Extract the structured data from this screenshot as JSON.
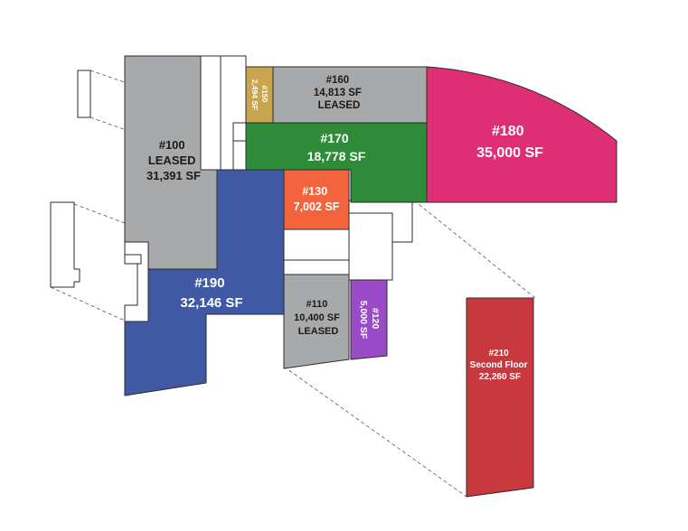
{
  "colors": {
    "gray": "#a7a9ab",
    "gold": "#c9a54f",
    "green": "#2e8b3a",
    "magenta": "#df2f74",
    "orange": "#f3643c",
    "blue": "#3f59a4",
    "purple": "#9a4bc8",
    "red": "#c9383f",
    "outline": "#2b2b2b",
    "dark_text": "#1a1a1a",
    "light_text": "#ffffff"
  },
  "units": {
    "u100": {
      "lines": [
        "#100",
        "LEASED",
        "31,391 SF"
      ]
    },
    "u150": {
      "lines": [
        "#150",
        "2,494 SF"
      ]
    },
    "u160": {
      "lines": [
        "#160",
        "14,813 SF",
        "LEASED"
      ]
    },
    "u170": {
      "lines": [
        "#170",
        "18,778 SF"
      ]
    },
    "u180": {
      "lines": [
        "#180",
        "35,000 SF"
      ]
    },
    "u130": {
      "lines": [
        "#130",
        "7,002 SF"
      ]
    },
    "u190": {
      "lines": [
        "#190",
        "32,146 SF"
      ]
    },
    "u110": {
      "lines": [
        "#110",
        "10,400 SF",
        "LEASED"
      ]
    },
    "u120": {
      "lines": [
        "#120",
        "5,000 SF"
      ]
    },
    "u210": {
      "lines": [
        "#210",
        "Second Floor",
        "22,260 SF"
      ]
    }
  }
}
